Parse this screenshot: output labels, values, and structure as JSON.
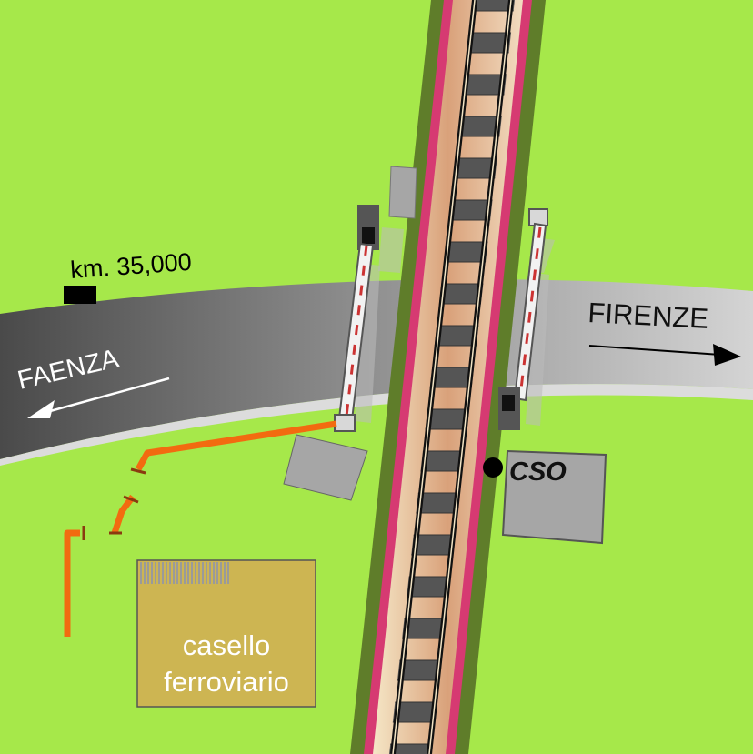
{
  "diagram": {
    "road_labels": {
      "left_direction": "FAENZA",
      "right_direction": "FIRENZE"
    },
    "km_marker": "km. 35,000",
    "cabinet_label": "CSO",
    "building_label_line1": "casello",
    "building_label_line2": "ferroviario"
  },
  "colors": {
    "grass": "#a6e84a",
    "embankment": "#5f7d2a",
    "rail_edge": "#d63a72",
    "sleeper": "#555555",
    "rail": "#111111",
    "house": "#cdb552",
    "pipe": "#f26b10",
    "box": "#a6a6a6"
  },
  "icons": [
    "barrier-left",
    "barrier-right",
    "arrow-left",
    "arrow-right"
  ]
}
